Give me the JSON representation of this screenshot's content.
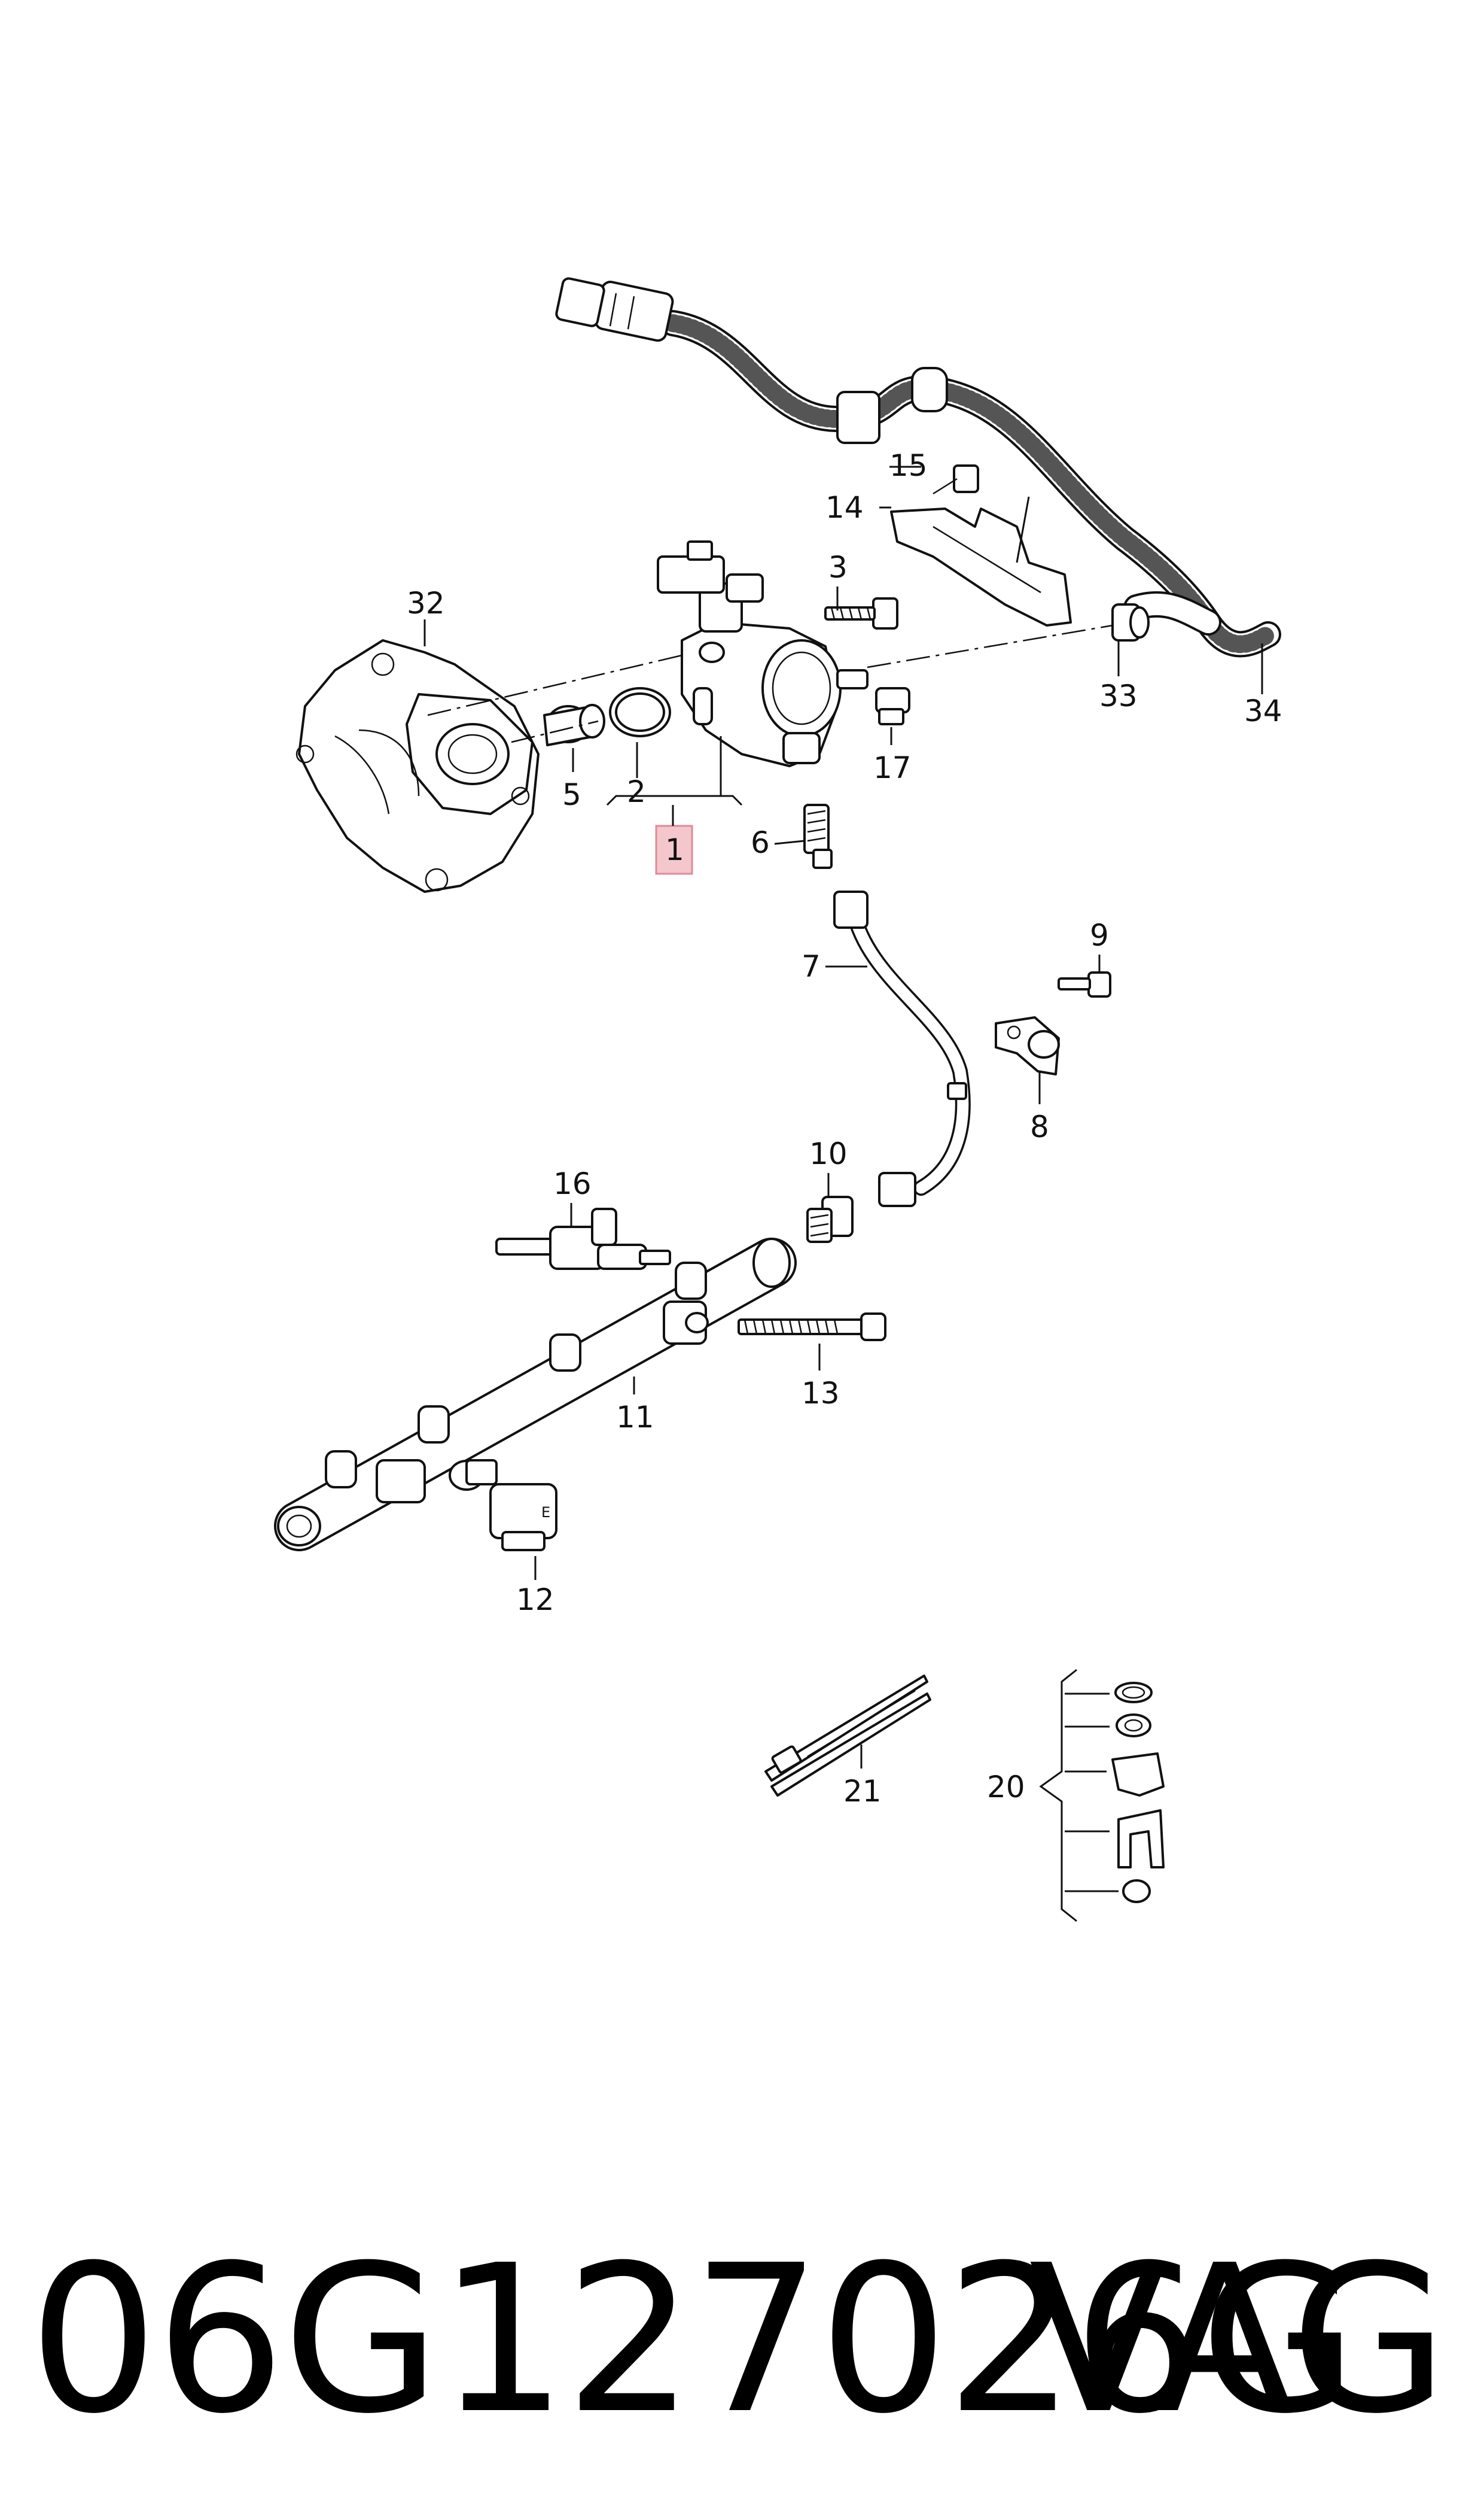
{
  "callouts": {
    "c1": "1",
    "c2": "2",
    "c3": "3",
    "c5": "5",
    "c6": "6",
    "c7": "7",
    "c8": "8",
    "c9": "9",
    "c10": "10",
    "c11": "11",
    "c12": "12",
    "c13": "13",
    "c14": "14",
    "c15": "15",
    "c16": "16",
    "c17": "17",
    "c20": "20",
    "c21": "21",
    "c32": "32",
    "c33": "33",
    "c34": "34"
  },
  "highlight": {
    "callout": "1",
    "color": "#f4c7cc",
    "border": "#e08a95"
  },
  "footer": {
    "part_number": "06G127026G",
    "brand": "VAG"
  }
}
